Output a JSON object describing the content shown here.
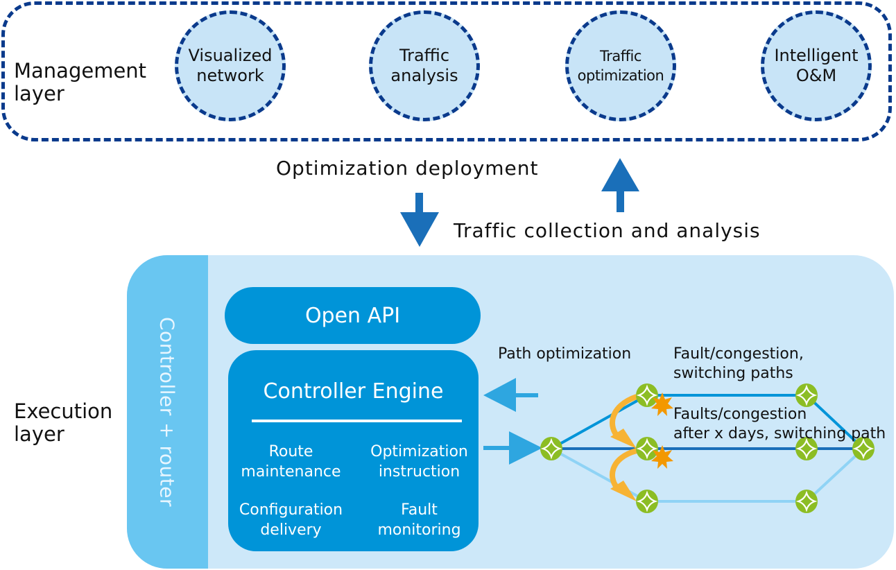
{
  "management_layer": {
    "label_line1": "Management",
    "label_line2": "layer",
    "functions": [
      {
        "line1": "Visualized",
        "line2": "network"
      },
      {
        "line1": "Traffic",
        "line2": "analysis"
      },
      {
        "line1": "Traffic",
        "line2": "optimization"
      },
      {
        "line1": "Intelligent",
        "line2": "O&M"
      }
    ]
  },
  "flows": {
    "down_label": "Optimization deployment",
    "up_label": "Traffic collection and analysis"
  },
  "execution_layer": {
    "label_line1": "Execution",
    "label_line2": "layer",
    "side_label": "Controller + router",
    "open_api": "Open API",
    "engine": {
      "title": "Controller Engine",
      "functions": [
        {
          "line1": "Route",
          "line2": "maintenance"
        },
        {
          "line1": "Optimization",
          "line2": "instruction"
        },
        {
          "line1": "Configuration",
          "line2": "delivery"
        },
        {
          "line1": "Fault",
          "line2": "monitoring"
        }
      ]
    },
    "network": {
      "path_optimization": "Path optimization",
      "fault_note_line1": "Fault/congestion,",
      "fault_note_line2": "switching paths",
      "delayed_note_line1": "Faults/congestion",
      "delayed_note_line2": "after x days, switching path"
    }
  },
  "colors": {
    "dashed_border": "#0a3a8c",
    "circle_fill": "#c8e4f7",
    "exec_bg": "#cde8f9",
    "side_bar": "#69c6f1",
    "engine_blue": "#0094d8",
    "arrow_blue": "#1a6fb9",
    "router_green": "#8cbd24",
    "fault_orange": "#f39800",
    "switch_arrow": "#f7b334"
  }
}
